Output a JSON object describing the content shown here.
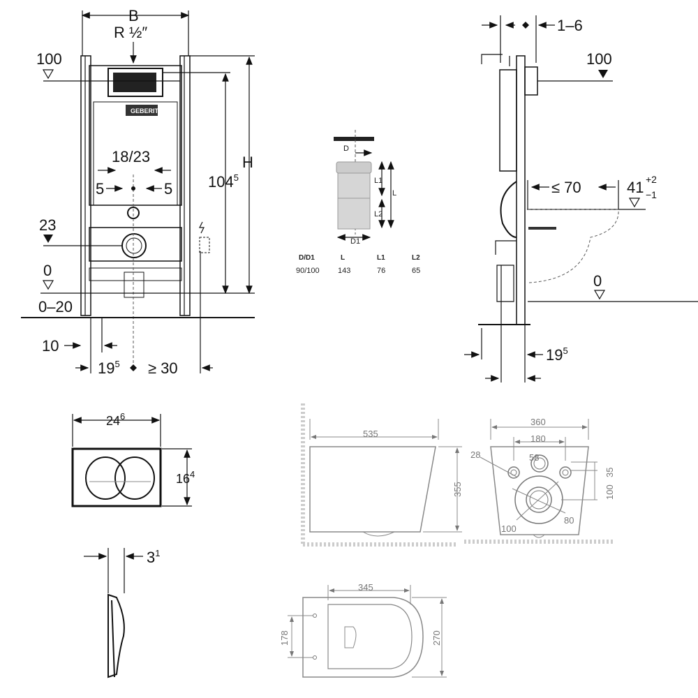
{
  "frame_front": {
    "width_label": "B",
    "pipe_label": "R ½″",
    "level_100": "100",
    "height_label": "H",
    "height_104": "104",
    "height_104_sup": "5",
    "spacing": "18/23",
    "offset_left": "5",
    "offset_right": "5",
    "level_23": "23",
    "level_0": "0",
    "range_0_20": "0–20",
    "bottom_10": "10",
    "bottom_19": "19",
    "bottom_19_sup": "5",
    "bottom_30": "≥ 30",
    "brand": "GEBERIT"
  },
  "pipe_detail": {
    "label_D": "D",
    "label_D1": "D1",
    "label_L": "L",
    "label_L1": "L1",
    "label_L2": "L2",
    "table": {
      "headers": [
        "D/D1",
        "L",
        "L1",
        "L2"
      ],
      "row": [
        "90/100",
        "143",
        "76",
        "65"
      ]
    }
  },
  "frame_side": {
    "top_offset": "1–6",
    "level_100": "100",
    "max_70": "≤ 70",
    "height_41": "41",
    "tol_plus": "+2",
    "tol_minus": "−1",
    "level_0": "0",
    "depth_19": "19",
    "depth_19_sup": "5"
  },
  "flush_plate": {
    "width": "24",
    "width_sup": "6",
    "height": "16",
    "height_sup": "4",
    "depth": "3",
    "depth_sup": "1"
  },
  "toilet_side": {
    "length": "535",
    "height": "355"
  },
  "toilet_back": {
    "width": "360",
    "bolt_spacing": "180",
    "inlet": "58",
    "bolt_hole": "28",
    "offset_35": "35",
    "offset_100": "100",
    "outlet_outer": "100",
    "outlet_inner": "80"
  },
  "toilet_top": {
    "width": "345",
    "bolt_spacing": "178",
    "depth": "270"
  }
}
